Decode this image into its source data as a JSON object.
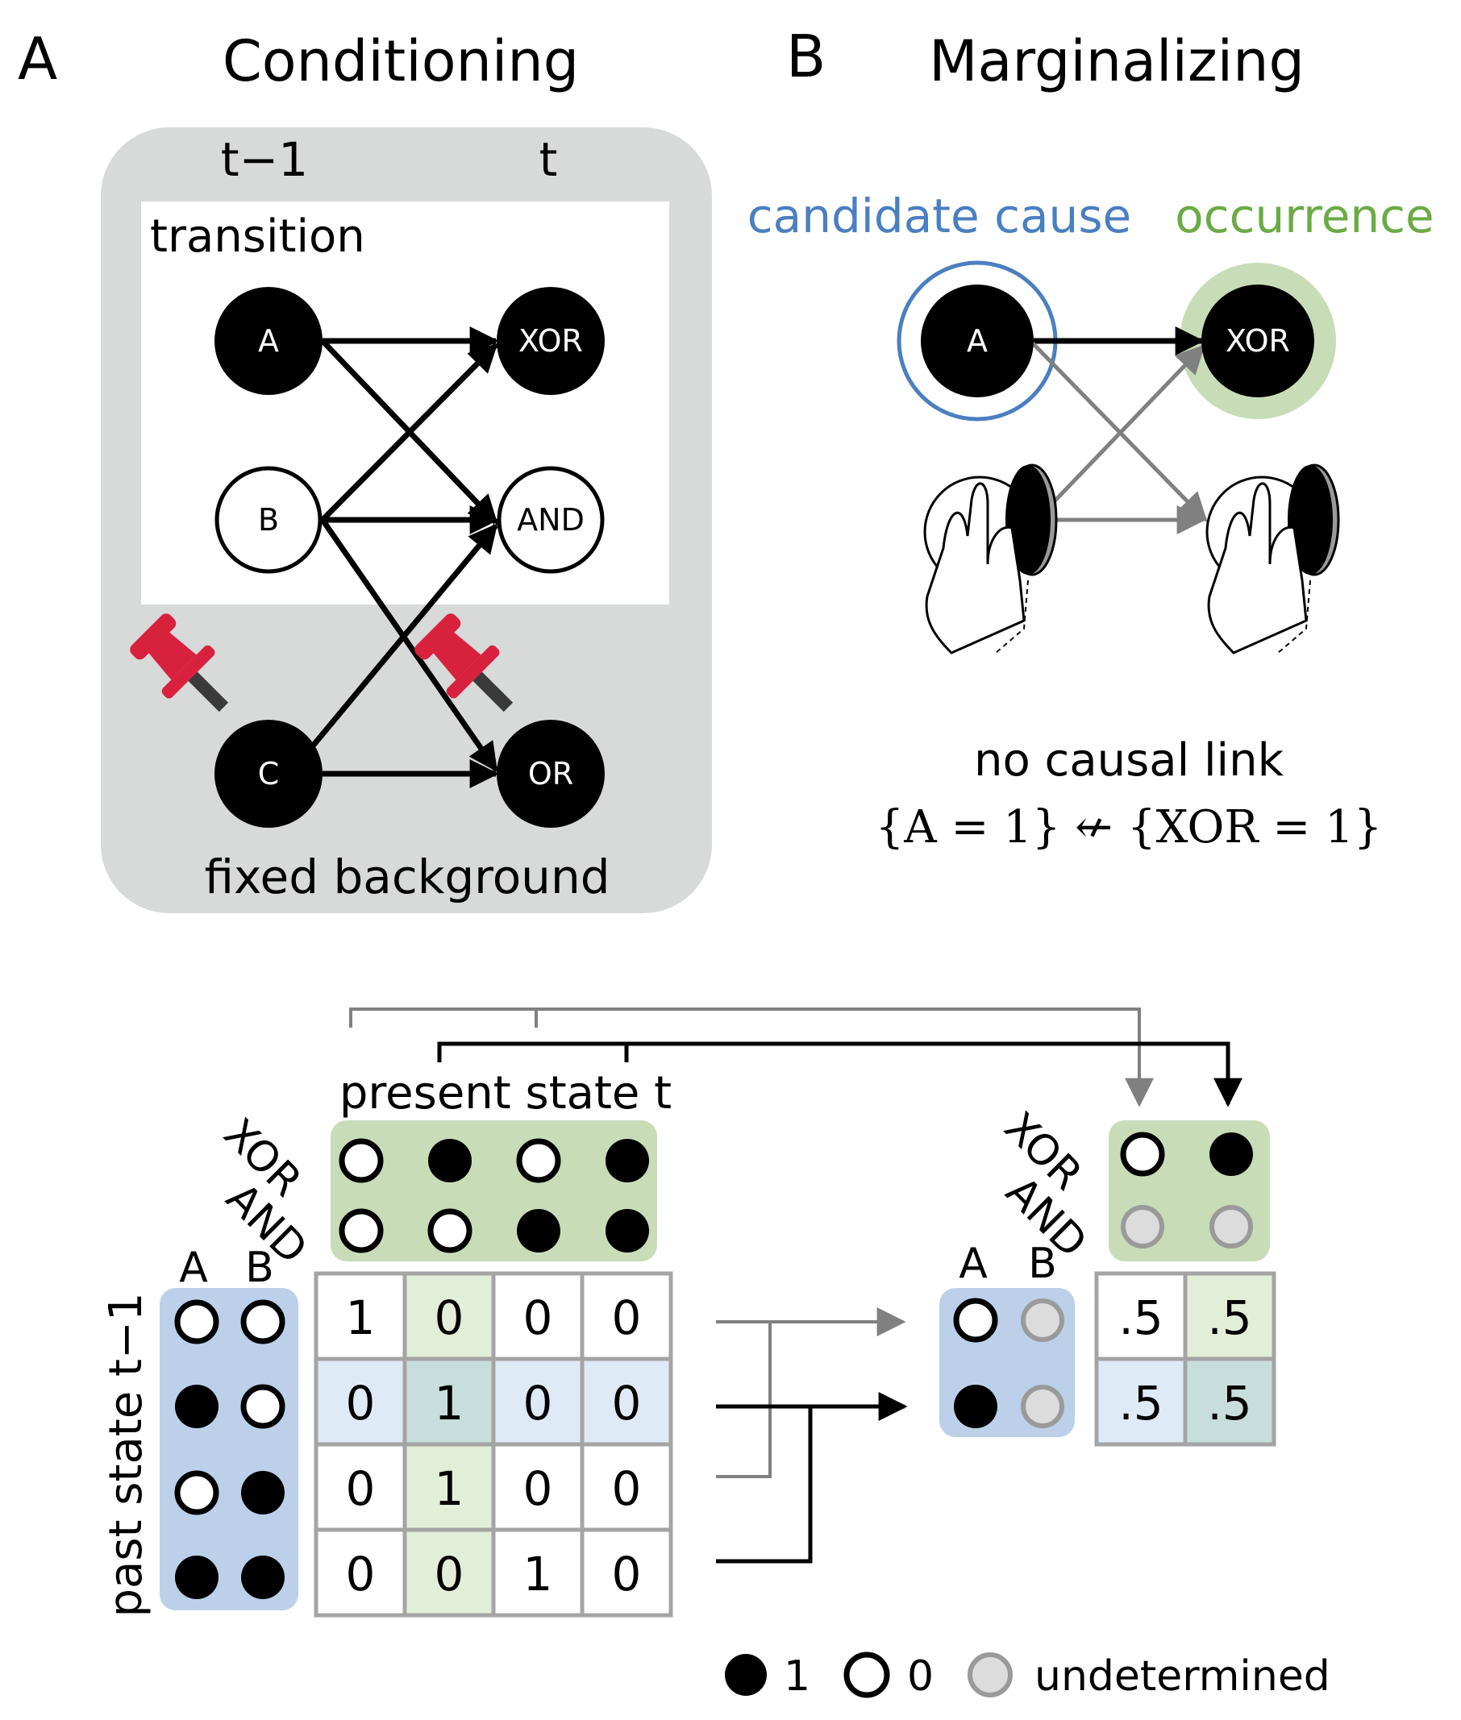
{
  "panel_a": {
    "letter": "A",
    "title": "Conditioning",
    "time_prev": "t−1",
    "time_now": "t",
    "transition_label": "transition",
    "background_label": "fixed background",
    "nodes": {
      "a": "A",
      "b": "B",
      "c": "C",
      "xor": "XOR",
      "and": "AND",
      "or": "OR"
    }
  },
  "panel_b": {
    "letter": "B",
    "title": "Marginalizing",
    "candidate_label": "candidate cause",
    "occurrence_label": "occurrence",
    "nodes": {
      "a": "A",
      "xor": "XOR"
    },
    "caption": "no causal link",
    "formula": "{A = 1} ↚ {XOR = 1}"
  },
  "panel_c": {
    "present_label": "present state t",
    "past_label": "past state t−1",
    "row_labels": {
      "xor": "XOR",
      "and": "AND"
    },
    "col_labels": {
      "a": "A",
      "b": "B"
    },
    "present_states": {
      "xor": [
        0,
        1,
        0,
        1
      ],
      "and": [
        0,
        0,
        1,
        1
      ]
    },
    "past_states": [
      [
        0,
        0
      ],
      [
        1,
        0
      ],
      [
        0,
        1
      ],
      [
        1,
        1
      ]
    ],
    "matrix": [
      [
        "1",
        "0",
        "0",
        "0"
      ],
      [
        "0",
        "1",
        "0",
        "0"
      ],
      [
        "0",
        "1",
        "0",
        "0"
      ],
      [
        "0",
        "0",
        "1",
        "0"
      ]
    ],
    "reduced": {
      "present": {
        "xor": [
          0,
          1
        ],
        "and": [
          "u",
          "u"
        ]
      },
      "past": [
        [
          0,
          "u"
        ],
        [
          1,
          "u"
        ]
      ],
      "matrix": [
        [
          ".5",
          ".5"
        ],
        [
          ".5",
          ".5"
        ]
      ]
    }
  },
  "legend": {
    "one": "1",
    "zero": "0",
    "undetermined": "undetermined"
  },
  "colors": {
    "panel_bg": "#d8d9d9",
    "green_box": "#c8dcb8",
    "blue_box": "#bcd0ea",
    "cell_green": "#e3eed9",
    "cell_blue": "#deeaf6",
    "cell_mix": "#c8dedc",
    "pin_red": "#d8213d",
    "cause_blue": "#4a7fc1",
    "occ_green": "#6aab45",
    "undetermined_fill": "#dcdcdc",
    "undetermined_stroke": "#9a9a9a",
    "grid_gray": "#a4a4a4",
    "arrow_gray": "#808080"
  }
}
